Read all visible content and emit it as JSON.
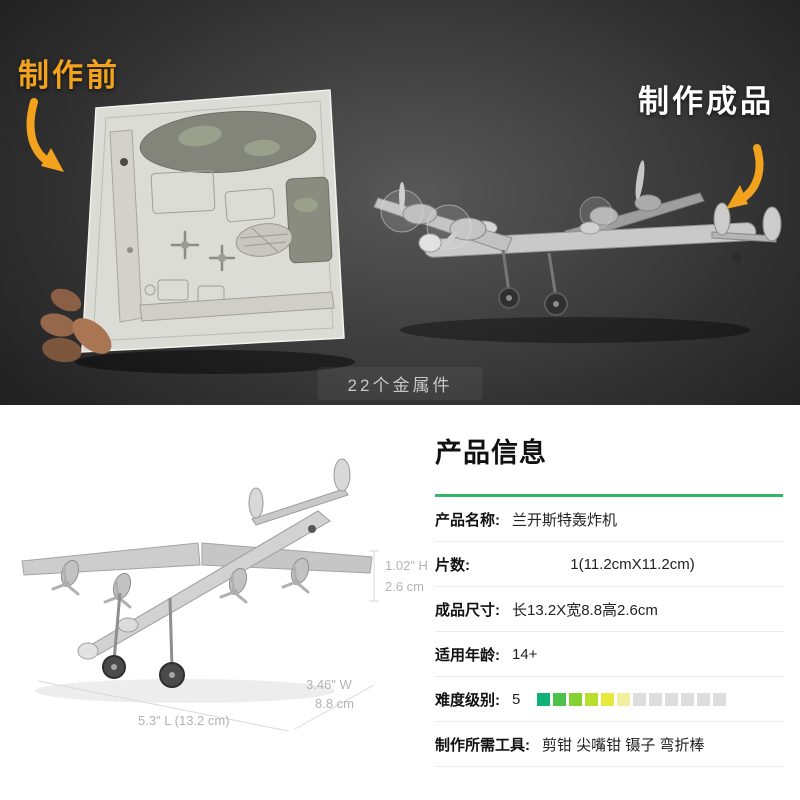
{
  "hero": {
    "label_before": "制作前",
    "label_after": "制作成品",
    "caption": "22个金属件",
    "accent_color": "#f2a21d"
  },
  "photo": {
    "dim_height_in": "1.02\" H",
    "dim_height_cm": "2.6 cm",
    "dim_width_in": "3.46\" W",
    "dim_width_cm": "8.8 cm",
    "dim_length": "5.3\" L (13.2 cm)"
  },
  "product": {
    "title": "产品信息",
    "accent_green": "#33b667",
    "rows": [
      {
        "label": "产品名称:",
        "value": "兰开斯特轰炸机"
      },
      {
        "label": "片数:",
        "value": "1(11.2cmX11.2cm)"
      },
      {
        "label": "成品尺寸:",
        "value": "长13.2X宽8.8高2.6cm"
      },
      {
        "label": "适用年龄:",
        "value": "14+"
      },
      {
        "label": "难度级别:",
        "value": "5"
      },
      {
        "label": "制作所需工具:",
        "value": "剪钳 尖嘴钳 镊子 弯折棒"
      }
    ],
    "difficulty_colors": [
      "#10b277",
      "#4cc24a",
      "#84d134",
      "#b8df2d",
      "#e8e93c",
      "#f3ef9f",
      "#dedede",
      "#dedede",
      "#dedede",
      "#dedede",
      "#dedede",
      "#dedede"
    ]
  }
}
